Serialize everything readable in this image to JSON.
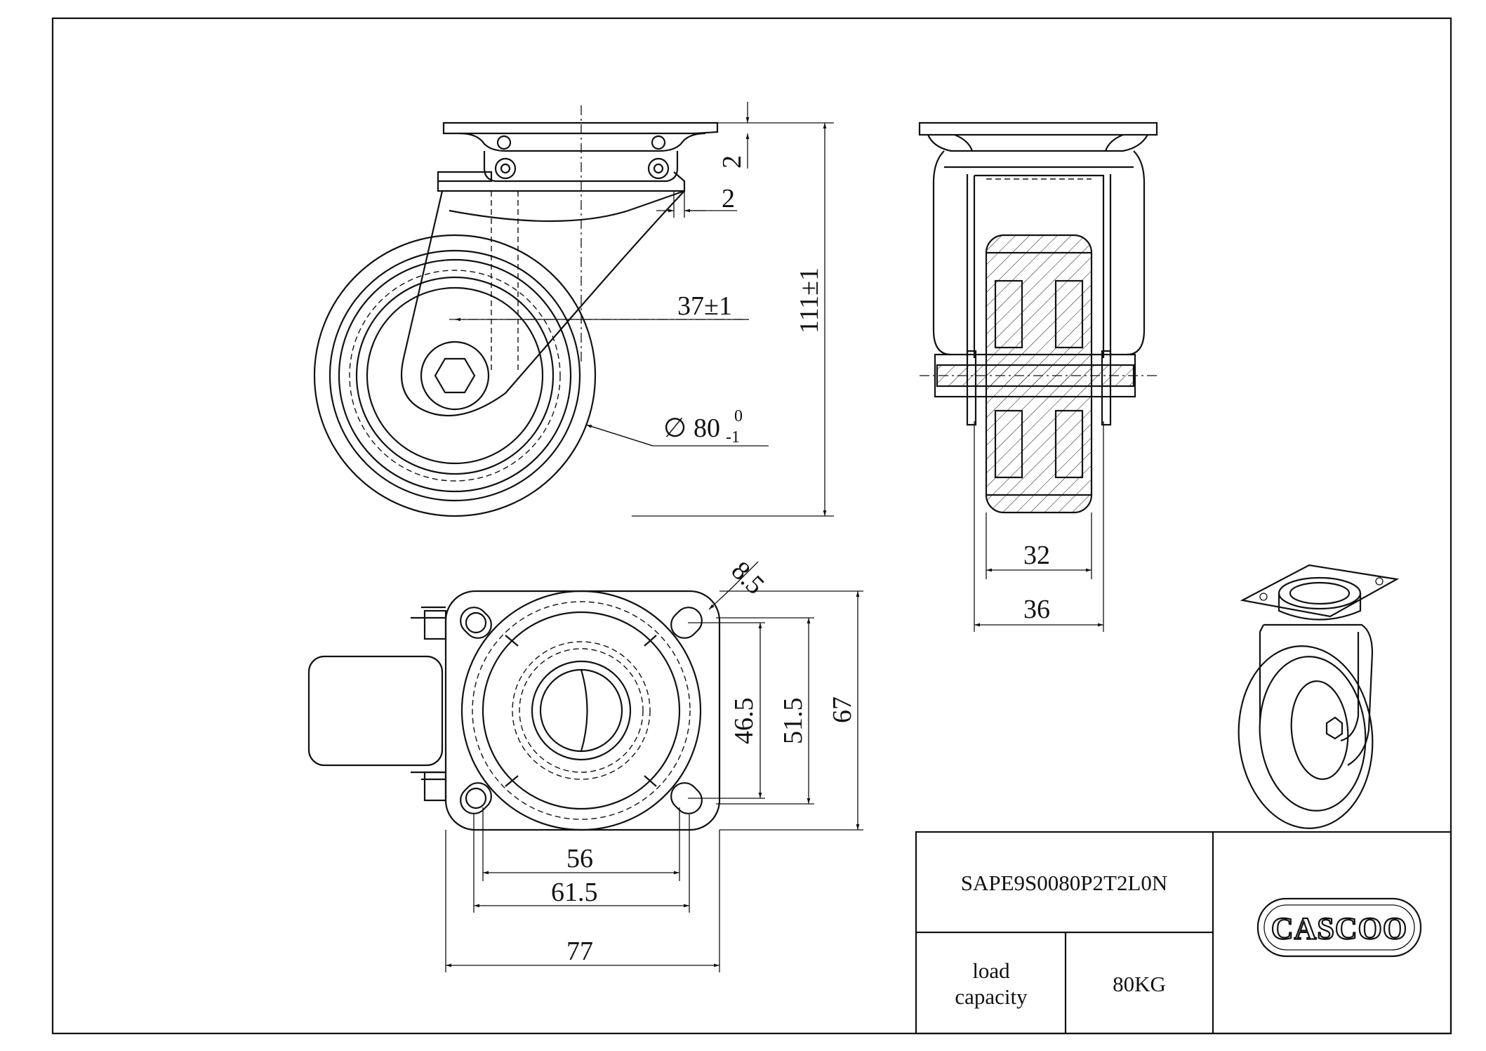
{
  "drawing": {
    "side_view": {
      "dim_plate_thickness": "2",
      "dim_gap": "2",
      "dim_offset": "37±1",
      "dim_height": "111±1",
      "dim_wheel_dia_symbol": "∅",
      "dim_wheel_dia": "80",
      "dim_wheel_tol_upper": "0",
      "dim_wheel_tol_lower": "-1"
    },
    "front_view": {
      "dim_wheel_width": "32",
      "dim_fork_width": "36"
    },
    "top_view": {
      "dim_bolt_hole": "8.5",
      "dim_bolt_y_inner": "46.5",
      "dim_bolt_y_outer": "51.5",
      "dim_plate_depth": "67",
      "dim_bolt_x_inner": "56",
      "dim_bolt_x_outer": "61.5",
      "dim_plate_length": "77"
    }
  },
  "title_block": {
    "part_number": "SAPE9S0080P2T2L0N",
    "load_label_line1": "load",
    "load_label_line2": "capacity",
    "load_value": "80KG",
    "logo_text": "CASCOO"
  }
}
